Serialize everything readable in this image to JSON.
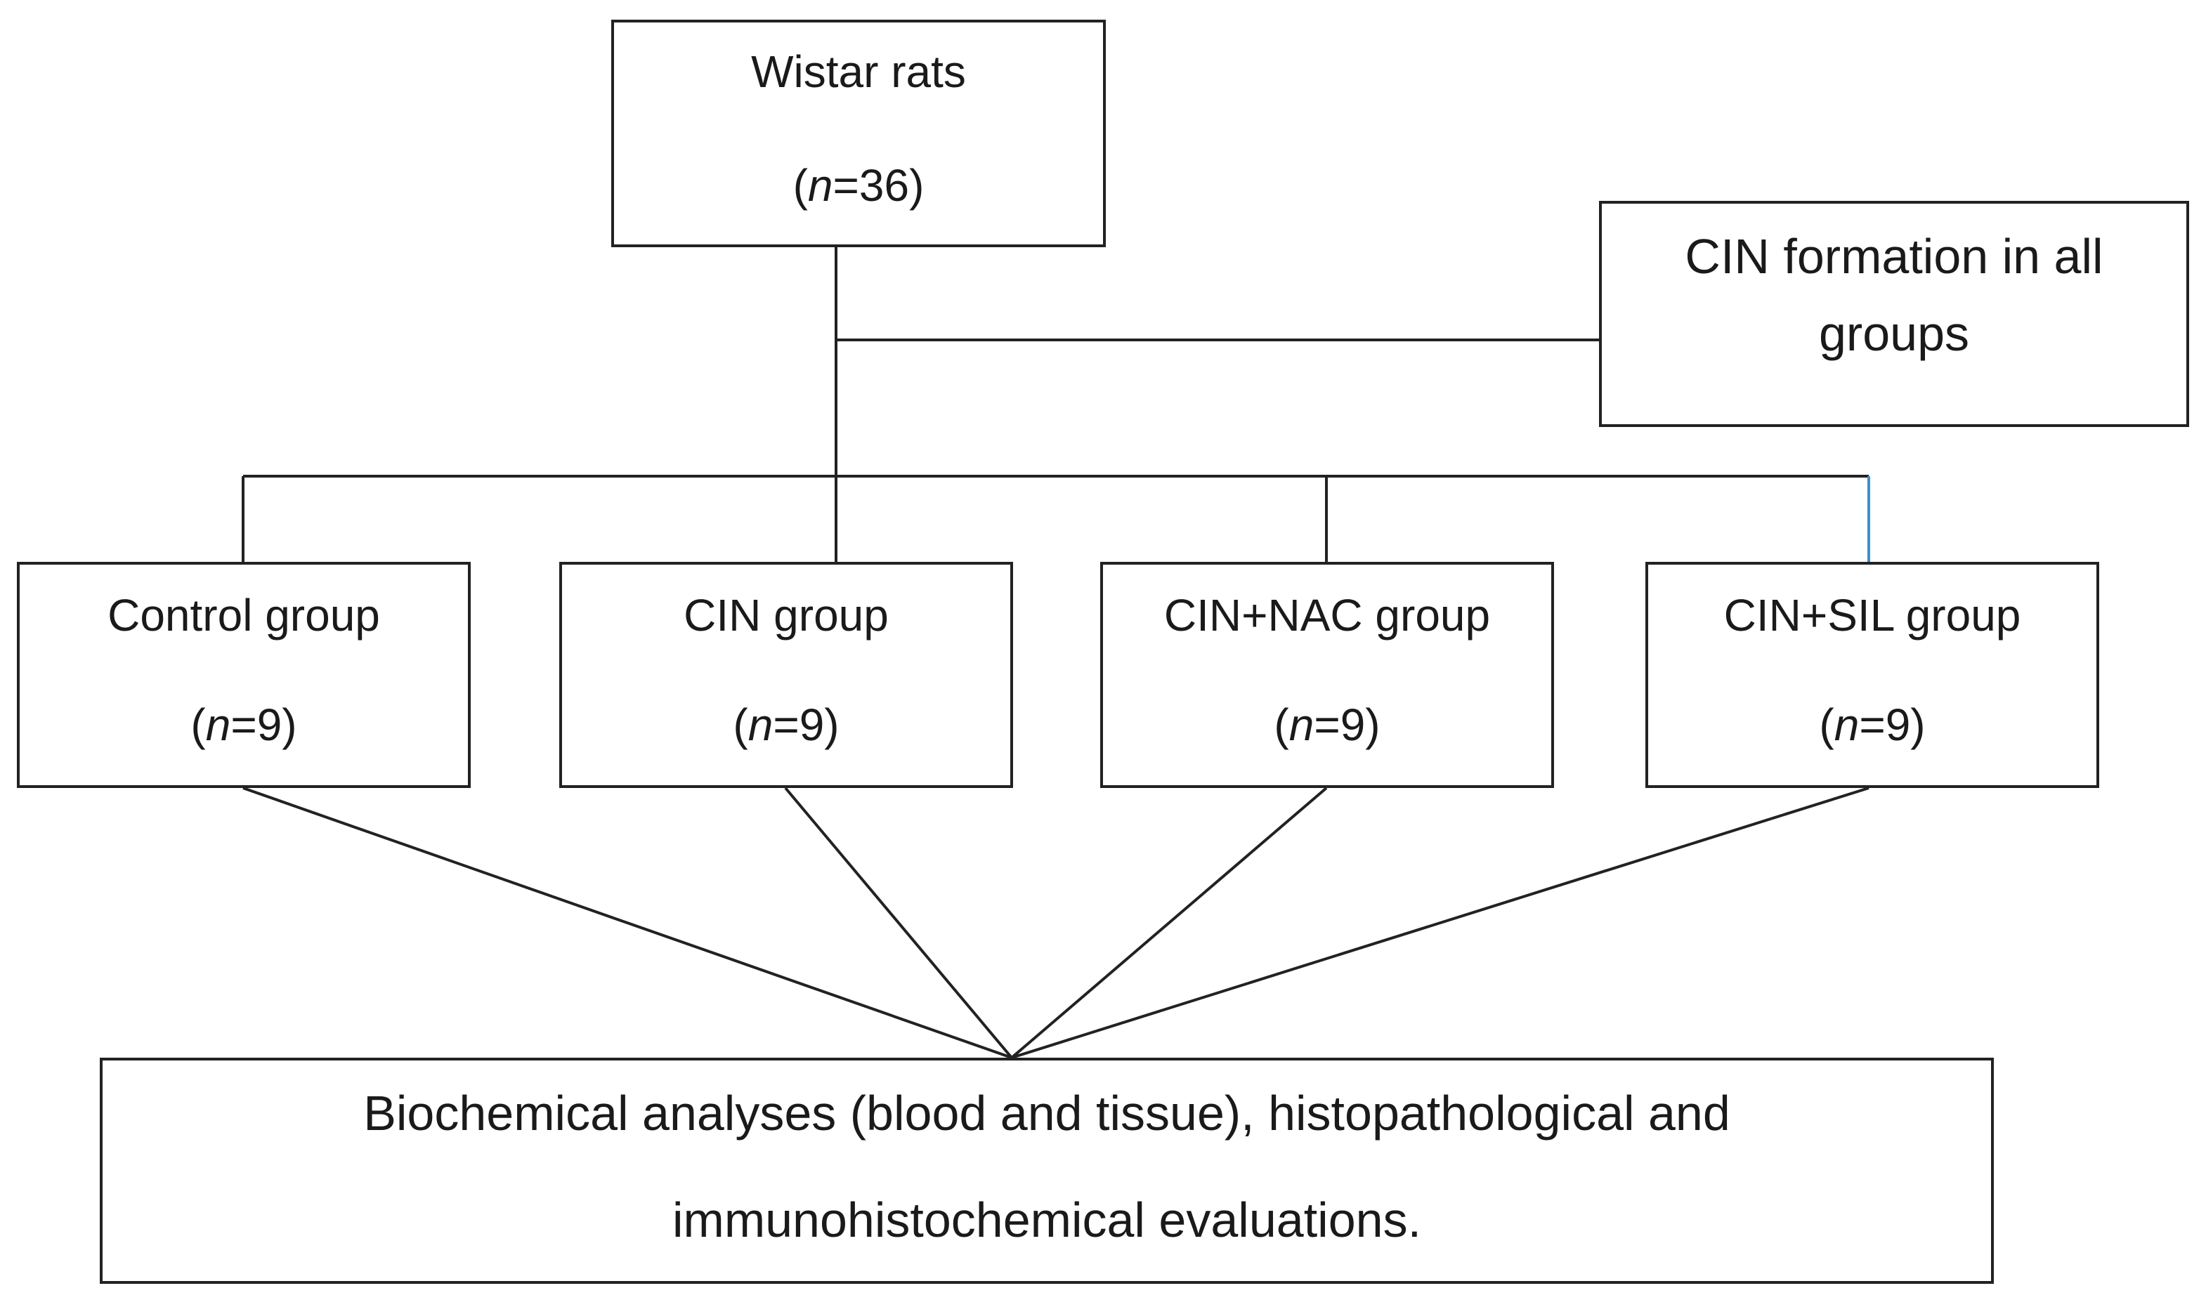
{
  "diagram": {
    "top_box": {
      "title": "Wistar rats",
      "n_prefix": "(",
      "n_letter": "n",
      "n_suffix": "=36)"
    },
    "side_box": {
      "line1": "CIN formation in all",
      "line2": "groups"
    },
    "groups": [
      {
        "title": "Control group",
        "n_prefix": "(",
        "n_letter": "n",
        "n_suffix": "=9)"
      },
      {
        "title": "CIN group",
        "n_prefix": "(",
        "n_letter": "n",
        "n_suffix": "=9)"
      },
      {
        "title": "CIN+NAC group",
        "n_prefix": "(",
        "n_letter": "n",
        "n_suffix": "=9)"
      },
      {
        "title": "CIN+SIL group",
        "n_prefix": "(",
        "n_letter": "n",
        "n_suffix": "=9)"
      }
    ],
    "bottom_box": {
      "line1": "Biochemical analyses (blood and tissue), histopathological and",
      "line2": "immunohistochemical evaluations."
    },
    "colors": {
      "line": "#222222",
      "accent_connector": "#3a8fd6"
    }
  }
}
